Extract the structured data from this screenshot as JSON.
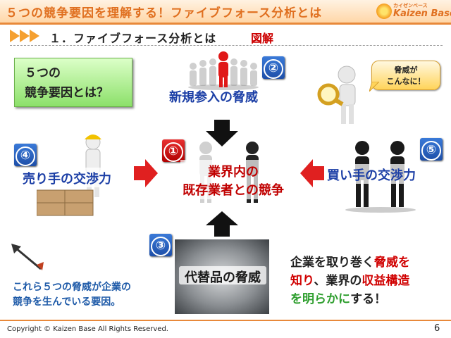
{
  "header": {
    "title": "５つの競争要因を理解する！ファイブフォース分析とは",
    "logo_top": "カイゼンベース",
    "logo_main": "Kaizen Base"
  },
  "subtitle": {
    "text": "１．ファイブフォース分析とは",
    "accent": "図解"
  },
  "green_box": {
    "line1": "５つの",
    "line2": "競争要因とは？"
  },
  "forces": {
    "f1": {
      "number": "①",
      "line1": "業界内の",
      "line2": "既存業者との競争"
    },
    "f2": {
      "number": "②",
      "label": "新規参入の脅威"
    },
    "f3": {
      "number": "③",
      "label": "代替品の脅威"
    },
    "f4": {
      "number": "④",
      "label": "売り手の交渉力"
    },
    "f5": {
      "number": "⑤",
      "label": "買い手の交渉力"
    }
  },
  "callout": {
    "line1": "脅威が",
    "line2": "こんなに！"
  },
  "bottom_left": {
    "line1": "これら５つの脅威が企業の",
    "line2": "競争を生んでいる要因。"
  },
  "bottom_right": {
    "l1a": "企業を取り巻く",
    "l1b": "脅威を",
    "l2a": "知り",
    "l2b": "、業界の",
    "l2c": "収益構造",
    "l3a": "を明らかに",
    "l3b": "する！"
  },
  "footer": {
    "copyright": "Copyright ©  Kaizen Base  All Rights Reserved.",
    "page": "6"
  },
  "icons": [
    "orange-arrow-icon",
    "arrow-up-icon",
    "arrow-down-icon",
    "arrow-right-icon",
    "arrow-left-icon",
    "dart-icon"
  ],
  "colors": {
    "accent": "#e07020",
    "blue_label": "#1c3fa6",
    "red": "#c00000",
    "green": "#2e9e2e"
  }
}
